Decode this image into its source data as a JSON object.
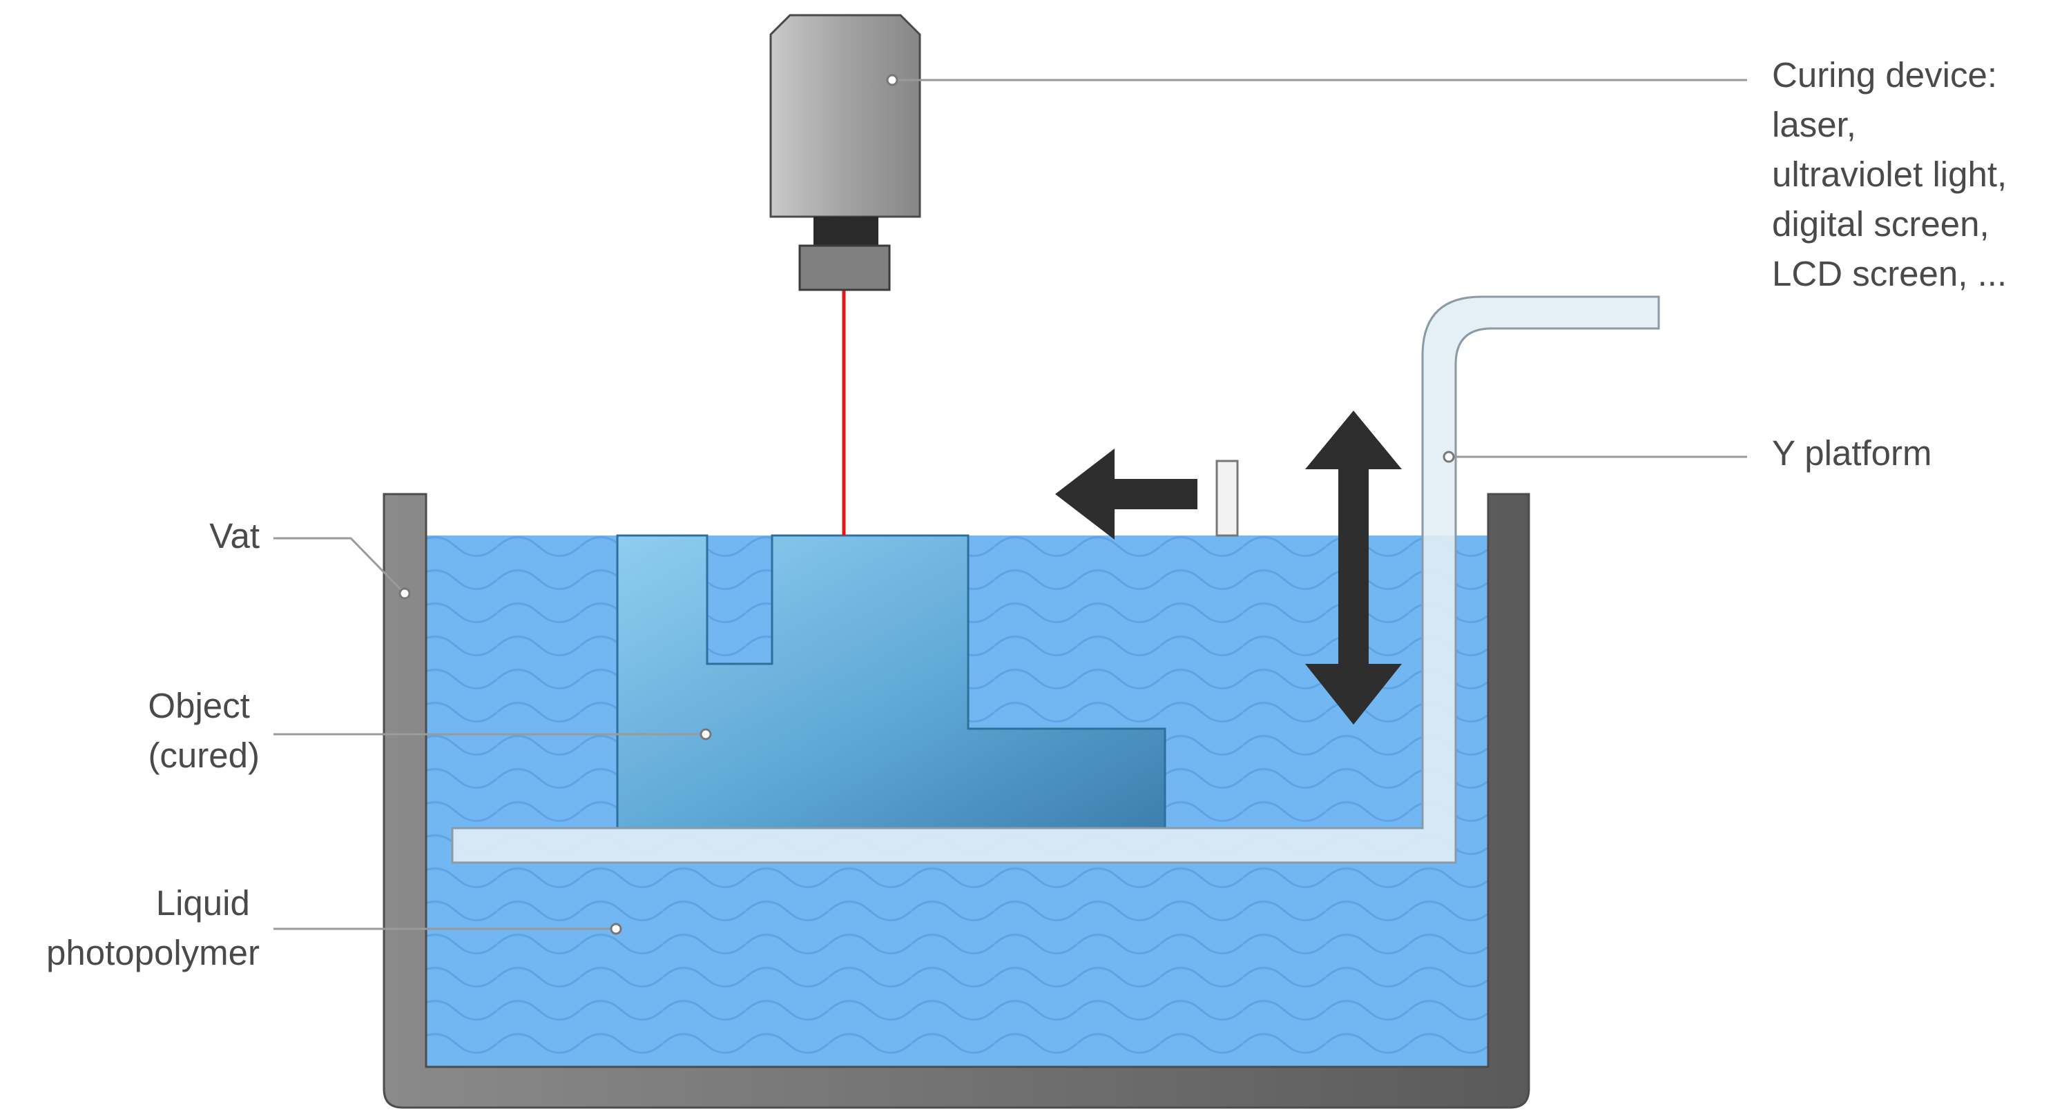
{
  "labels": {
    "curing_device": [
      "Curing device:",
      "laser,",
      "ultraviolet light,",
      "digital screen,",
      "LCD screen, ..."
    ],
    "y_platform": "Y platform",
    "vat": "Vat",
    "object": [
      "Object",
      "(cured)"
    ],
    "liquid": [
      "Liquid",
      "photopolymer"
    ]
  },
  "colors": {
    "liquid": "#72b6f2",
    "wave": "#5ea5e6",
    "vat_wall": "#6e6e6e",
    "object": "#5fa8d6",
    "laser_beam": "#e01818",
    "device_body": "#9a9a9a",
    "platform": "#e2edf5",
    "arrow": "#2e2e2e",
    "leader": "#9a9a9a",
    "text": "#4a4a4a"
  }
}
